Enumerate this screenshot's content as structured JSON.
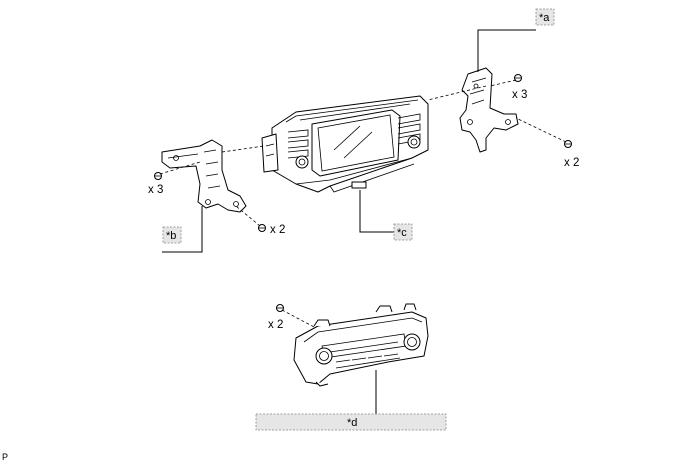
{
  "callouts": {
    "a": "*a",
    "b": "*b",
    "c": "*c",
    "d": "*d"
  },
  "quantities": {
    "right_bracket_screws": "x 3",
    "right_bracket_lower_screws": "x 2",
    "left_bracket_screws": "x 3",
    "left_bracket_lower_screws": "x 2",
    "climate_panel_screws": "x 2"
  },
  "corner_mark": "P"
}
